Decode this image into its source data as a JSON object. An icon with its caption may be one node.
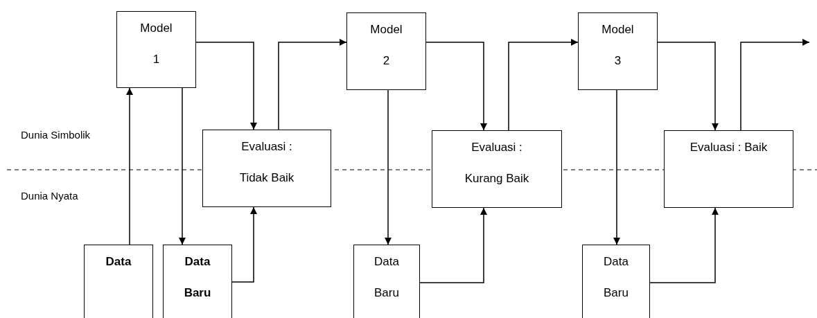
{
  "diagram": {
    "nodes": [
      {
        "text": [
          "Model 1"
        ]
      },
      {
        "text": [
          "Evaluasi : Tidak Baik"
        ]
      },
      {
        "text": [
          "Model 2"
        ]
      },
      {
        "text": [
          "Evaluasi : Kurang Baik"
        ]
      },
      {
        "text": [
          "Model 3"
        ]
      },
      {
        "text": [
          "Evaluasi : Baik"
        ]
      },
      {
        "text": [
          "Data"
        ]
      },
      {
        "text": [
          "Data Baru"
        ]
      },
      {
        "text": [
          "Data Baru"
        ]
      },
      {
        "text": [
          "Data Baru"
        ]
      }
    ],
    "edges": [
      {
        "from": 6,
        "to": 0,
        "arrow": "to"
      },
      {
        "from": 0,
        "to": 7,
        "arrow": "to"
      },
      {
        "from": 0,
        "to": 1,
        "arrow": "to"
      },
      {
        "from": 1,
        "to": 2,
        "arrow": "to"
      },
      {
        "from": 7,
        "to": 1,
        "arrow": "to"
      },
      {
        "from": 2,
        "to": 8,
        "arrow": "to"
      },
      {
        "from": 2,
        "to": 3,
        "arrow": "to"
      },
      {
        "from": 3,
        "to": 4,
        "arrow": "to"
      },
      {
        "from": 8,
        "to": 3,
        "arrow": "to"
      },
      {
        "from": 4,
        "to": 9,
        "arrow": "to"
      },
      {
        "from": 4,
        "to": 5,
        "arrow": "to"
      },
      {
        "from": 5,
        "to": null,
        "arrow": "to"
      },
      {
        "from": 9,
        "to": 5,
        "arrow": "to"
      }
    ],
    "labels": [
      "Dunia Simbolik",
      "Dunia Nyata"
    ]
  }
}
